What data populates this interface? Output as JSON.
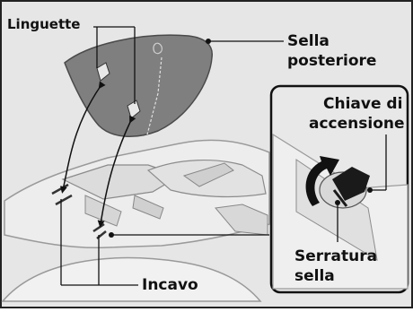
{
  "labels": {
    "tabs": "Linguette",
    "rear_seat_line1": "Sella",
    "rear_seat_line2": "posteriore",
    "ignition_key_line1": "Chiave di",
    "ignition_key_line2": "accensione",
    "seat_lock_line1": "Serratura",
    "seat_lock_line2": "sella",
    "recess": "Incavo"
  },
  "colors": {
    "background": "#e6e6e6",
    "seat": "#7f7f7f",
    "frame_border": "#222222",
    "text": "#111111"
  }
}
